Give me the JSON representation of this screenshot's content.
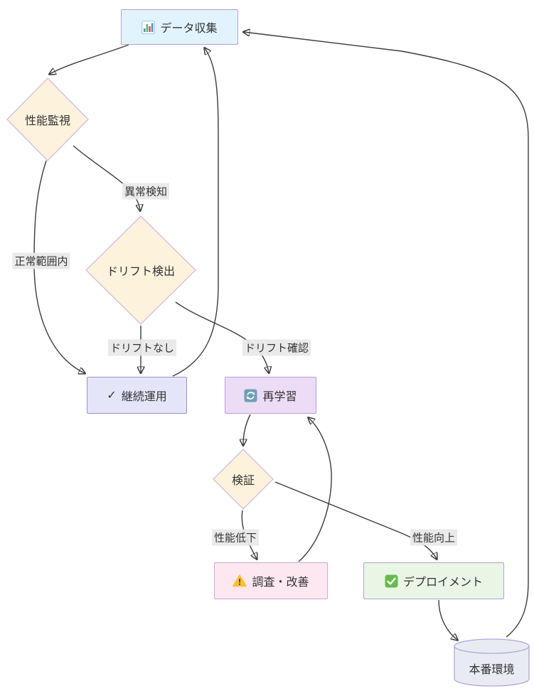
{
  "diagram": {
    "kind": "flowchart",
    "nodes": {
      "data_collection": {
        "label": "データ収集",
        "icon": "bar-chart",
        "shape": "rect",
        "fill": "#e1f3fd"
      },
      "perf_monitoring": {
        "label": "性能監視",
        "shape": "diamond",
        "fill": "#fdf2dc"
      },
      "drift_detection": {
        "label": "ドリフト検出",
        "shape": "diamond",
        "fill": "#fdf2dc"
      },
      "continuous_operation": {
        "label": "継続運用",
        "icon_glyph": "✓",
        "shape": "rect",
        "fill": "#e5e5f9"
      },
      "retraining": {
        "label": "再学習",
        "icon": "refresh",
        "shape": "rect",
        "fill": "#ecdcf6"
      },
      "validation": {
        "label": "検証",
        "shape": "diamond",
        "fill": "#fdf2dc"
      },
      "investigation": {
        "label": "調査・改善",
        "icon": "warning",
        "shape": "rect",
        "fill": "#fde7f0"
      },
      "deployment": {
        "label": "デプロイメント",
        "icon": "check",
        "shape": "rect",
        "fill": "#e9f5e5"
      },
      "production": {
        "label": "本番環境",
        "shape": "cylinder",
        "fill": "#e9ebf4"
      }
    },
    "edges": [
      {
        "from": "データ収集",
        "to": "性能監視",
        "label": ""
      },
      {
        "from": "性能監視",
        "to": "ドリフト検出",
        "label": "異常検知"
      },
      {
        "from": "性能監視",
        "to": "継続運用",
        "label": "正常範囲内"
      },
      {
        "from": "ドリフト検出",
        "to": "継続運用",
        "label": "ドリフトなし"
      },
      {
        "from": "ドリフト検出",
        "to": "再学習",
        "label": "ドリフト確認"
      },
      {
        "from": "継続運用",
        "to": "データ収集",
        "label": ""
      },
      {
        "from": "再学習",
        "to": "検証",
        "label": ""
      },
      {
        "from": "検証",
        "to": "調査・改善",
        "label": "性能低下"
      },
      {
        "from": "検証",
        "to": "デプロイメント",
        "label": "性能向上"
      },
      {
        "from": "調査・改善",
        "to": "再学習",
        "label": ""
      },
      {
        "from": "デプロイメント",
        "to": "本番環境",
        "label": ""
      },
      {
        "from": "本番環境",
        "to": "データ収集",
        "label": ""
      }
    ],
    "edge_labels": {
      "anomaly": "異常検知",
      "normal_range": "正常範囲内",
      "no_drift": "ドリフトなし",
      "drift_confirmed": "ドリフト確認",
      "perf_down": "性能低下",
      "perf_up": "性能向上"
    },
    "colors": {
      "edge_stroke": "#3b3b3b",
      "edge_label_bg": "#e8e8e8",
      "node_text": "#333333",
      "border_purple": "#b49bdf",
      "data_collection_fill": "#e1f3fd",
      "diamond_fill": "#fdf2dc",
      "continuous_fill": "#e5e5f9",
      "retraining_fill": "#ecdcf6",
      "investigation_fill": "#fde7f0",
      "deployment_fill": "#e9f5e5",
      "production_fill": "#e9ebf4"
    }
  }
}
